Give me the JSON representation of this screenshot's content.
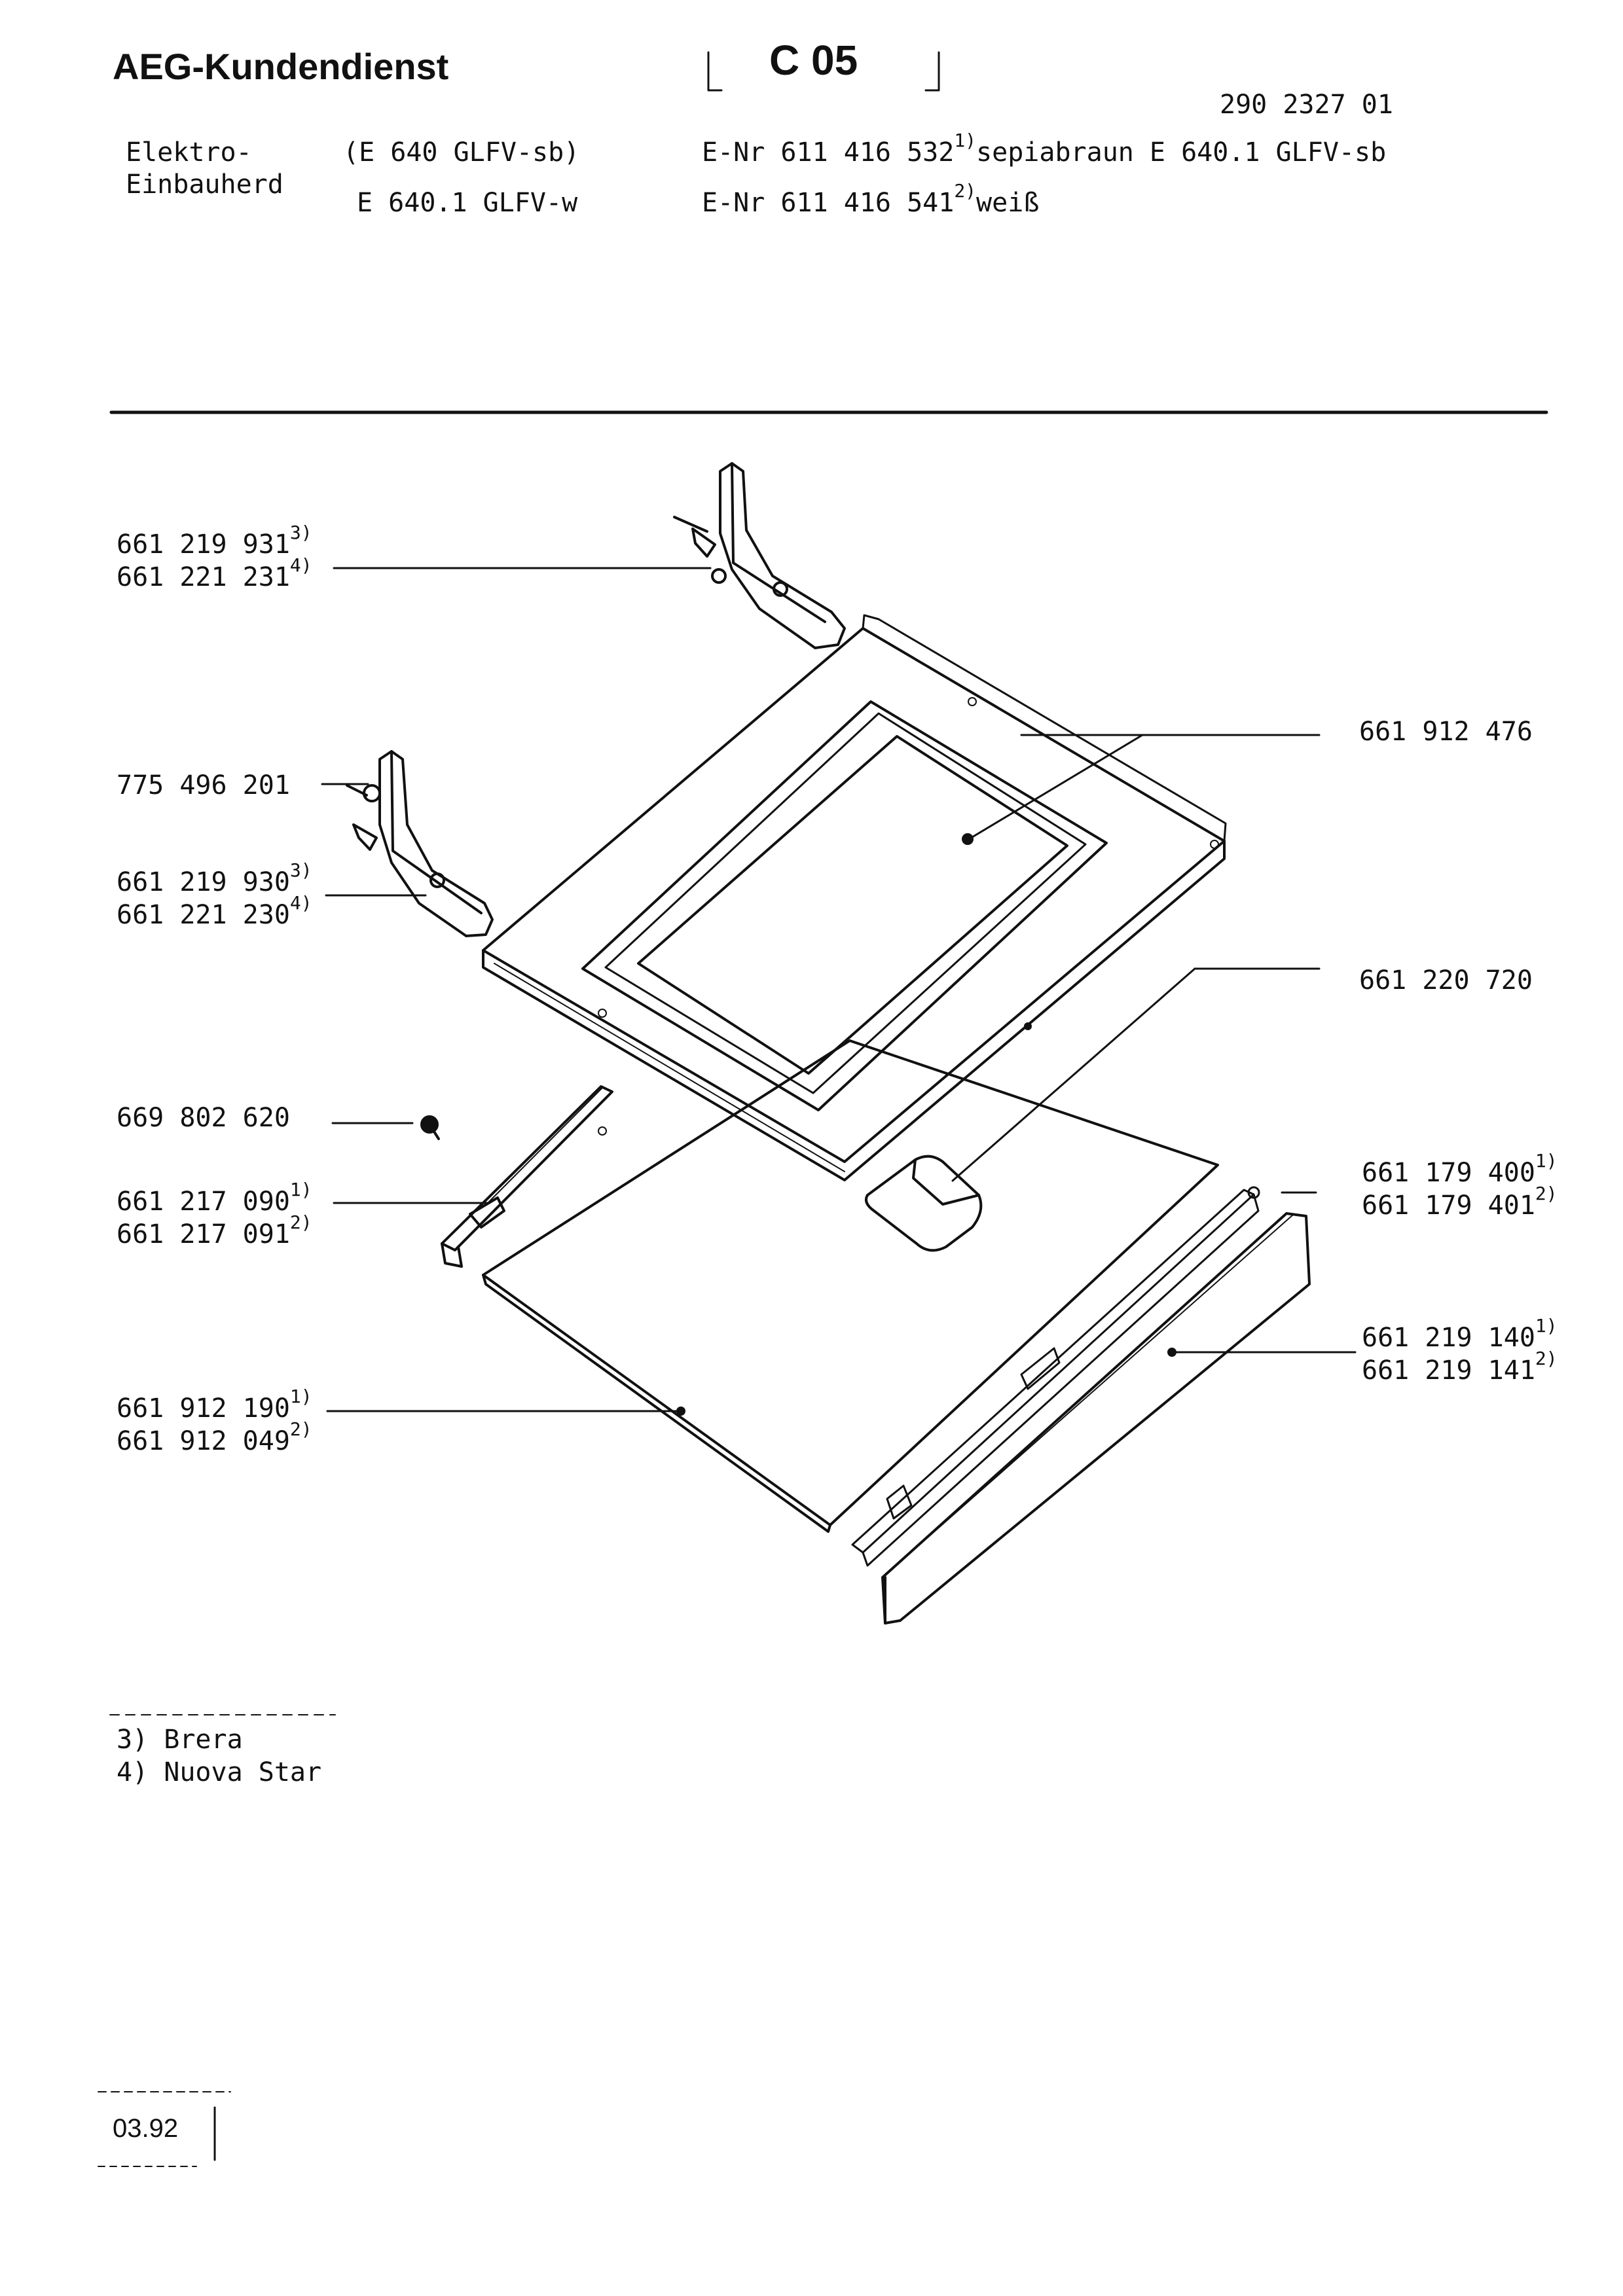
{
  "header": {
    "brand": "AEG-Kundendienst",
    "section_code": "C 05",
    "doc_number": "290 2327 01",
    "appliance_line1": "Elektro-",
    "appliance_line2": "Einbauherd",
    "model_a": "(E 640 GLFV-sb)",
    "model_b": "E 640.1 GLFV-w",
    "enr_line1_prefix": "E-Nr 611 416 532",
    "enr_line1_mark": "1)",
    "enr_line1_suffix": "sepiabraun E 640.1 GLFV-sb",
    "enr_line2_prefix": "E-Nr 611 416 541",
    "enr_line2_mark": "2)",
    "enr_line2_suffix": "weiß"
  },
  "parts": {
    "hinge_right": {
      "n1": "661 219 931",
      "m1": "3)",
      "n2": "661 221 231",
      "m2": "4)"
    },
    "hinge_pin": {
      "n1": "775 496 201"
    },
    "hinge_left": {
      "n1": "661 219 930",
      "m1": "3)",
      "n2": "661 221 230",
      "m2": "4)"
    },
    "screw": {
      "n1": "669 802 620"
    },
    "slide_rail": {
      "n1": "661 217 090",
      "m1": "1)",
      "n2": "661 217 091",
      "m2": "2)"
    },
    "inner_panel": {
      "n1": "661 912 190",
      "m1": "1)",
      "n2": "661 912 049",
      "m2": "2)"
    },
    "door_outer": {
      "n1": "661 912 476"
    },
    "handle_cap": {
      "n1": "661 220 720"
    },
    "handle_end": {
      "n1": "661 179 400",
      "m1": "1)",
      "n2": "661 179 401",
      "m2": "2)"
    },
    "handle_bar": {
      "n1": "661 219 140",
      "m1": "1)",
      "n2": "661 219 141",
      "m2": "2)"
    }
  },
  "footnotes": {
    "note3": "3) Brera",
    "note4": "4) Nuova Star"
  },
  "footer": {
    "date": "03.92"
  }
}
